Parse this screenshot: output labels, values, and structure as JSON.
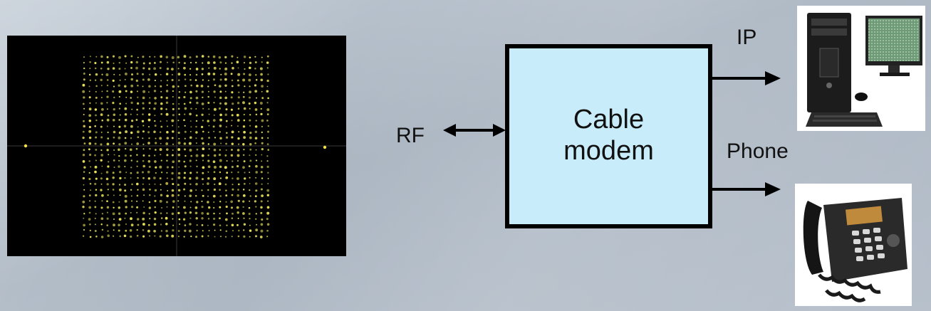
{
  "diagram": {
    "rf_label": "RF",
    "ip_label": "IP",
    "phone_label": "Phone",
    "modem": {
      "line1": "Cable",
      "line2": "modem"
    }
  },
  "icons": {
    "constellation": "qam-constellation-plot",
    "computer": "desktop-computer-icon",
    "telephone": "desk-telephone-icon"
  },
  "colors": {
    "modem_fill": "#c9ecfb",
    "constellation_bg": "#000000",
    "constellation_point": "#e8e05a"
  }
}
